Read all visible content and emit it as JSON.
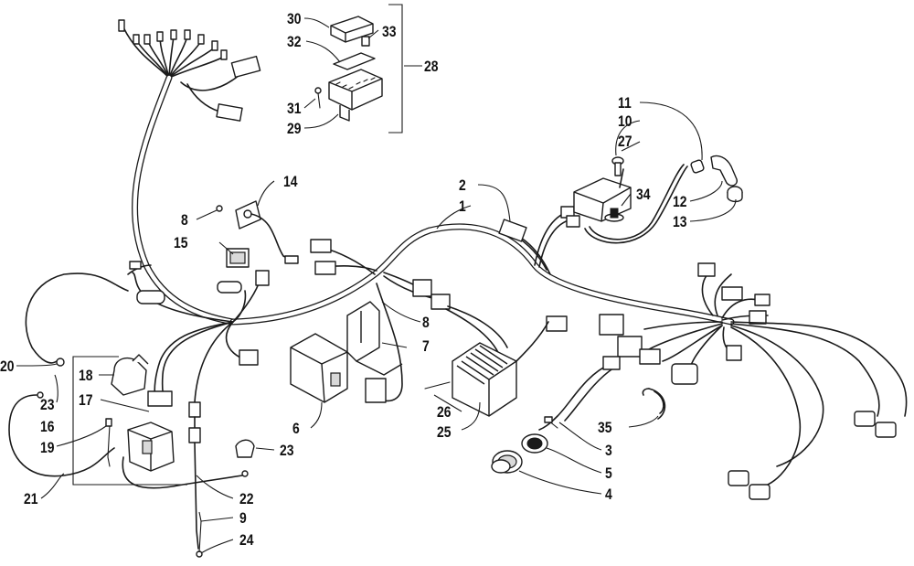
{
  "callouts": [
    {
      "id": "c1",
      "text": "1"
    },
    {
      "id": "c2",
      "text": "2"
    },
    {
      "id": "c3",
      "text": "3"
    },
    {
      "id": "c4",
      "text": "4"
    },
    {
      "id": "c5",
      "text": "5"
    },
    {
      "id": "c6",
      "text": "6"
    },
    {
      "id": "c7",
      "text": "7"
    },
    {
      "id": "c8a",
      "text": "8"
    },
    {
      "id": "c8b",
      "text": "8"
    },
    {
      "id": "c9",
      "text": "9"
    },
    {
      "id": "c10",
      "text": "10"
    },
    {
      "id": "c11",
      "text": "11"
    },
    {
      "id": "c12",
      "text": "12"
    },
    {
      "id": "c13",
      "text": "13"
    },
    {
      "id": "c14",
      "text": "14"
    },
    {
      "id": "c15",
      "text": "15"
    },
    {
      "id": "c16",
      "text": "16"
    },
    {
      "id": "c17",
      "text": "17"
    },
    {
      "id": "c18",
      "text": "18"
    },
    {
      "id": "c19",
      "text": "19"
    },
    {
      "id": "c20",
      "text": "20"
    },
    {
      "id": "c21",
      "text": "21"
    },
    {
      "id": "c22",
      "text": "22"
    },
    {
      "id": "c23a",
      "text": "23"
    },
    {
      "id": "c23b",
      "text": "23"
    },
    {
      "id": "c24",
      "text": "24"
    },
    {
      "id": "c25",
      "text": "25"
    },
    {
      "id": "c26",
      "text": "26"
    },
    {
      "id": "c27",
      "text": "27"
    },
    {
      "id": "c28",
      "text": "28"
    },
    {
      "id": "c29",
      "text": "29"
    },
    {
      "id": "c30",
      "text": "30"
    },
    {
      "id": "c31",
      "text": "31"
    },
    {
      "id": "c32",
      "text": "32"
    },
    {
      "id": "c33",
      "text": "33"
    },
    {
      "id": "c34",
      "text": "34"
    },
    {
      "id": "c35",
      "text": "35"
    }
  ]
}
